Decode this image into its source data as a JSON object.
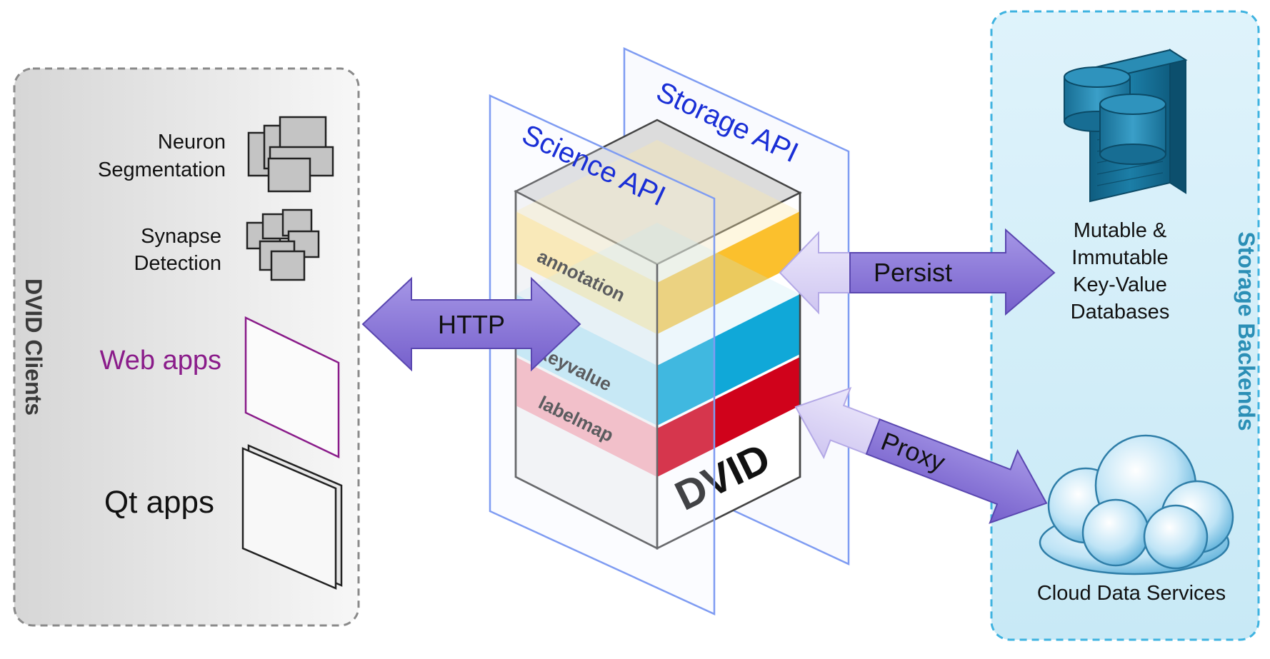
{
  "clients": {
    "title": "DVID Clients",
    "items": [
      {
        "label_lines": [
          "Neuron",
          "Segmentation"
        ]
      },
      {
        "label_lines": [
          "Synapse",
          "Detection"
        ]
      },
      {
        "label": "Web apps"
      },
      {
        "label": "Qt apps"
      }
    ]
  },
  "core": {
    "name": "DVID",
    "science_api": "Science API",
    "storage_api": "Storage API",
    "layers": [
      "annotation",
      "keyvalue",
      "labelmap"
    ]
  },
  "arrows": {
    "http": "HTTP",
    "persist": "Persist",
    "proxy": "Proxy"
  },
  "backends": {
    "title": "Storage Backends",
    "database_lines": [
      "Mutable &",
      "Immutable",
      "Key-Value",
      "Databases"
    ],
    "cloud": "Cloud Data Services"
  },
  "colors": {
    "web_apps": "#8a1c8a",
    "api_text": "#1a2fd6",
    "backend_title": "#2b8fb6",
    "arrow_fill": "#8c78d8",
    "annotation": "#fbc02d",
    "keyvalue": "#10a8d8",
    "labelmap": "#d0021b",
    "server": "#1c6f93"
  }
}
